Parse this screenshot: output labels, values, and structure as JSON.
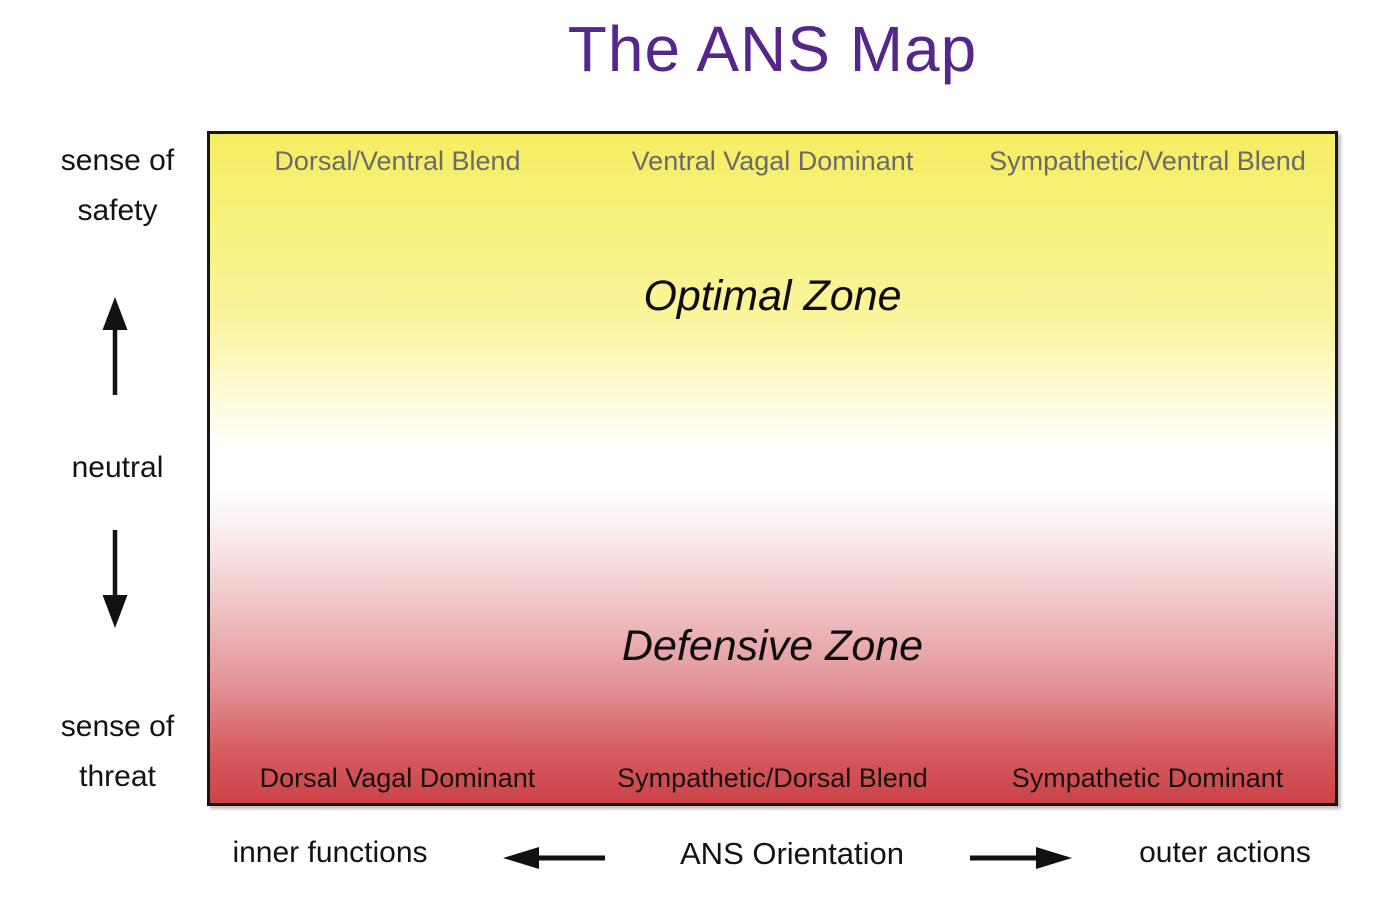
{
  "title": {
    "text": "The ANS Map",
    "color": "#55278D"
  },
  "map": {
    "top_labels": [
      "Dorsal/Ventral Blend",
      "Ventral Vagal Dominant",
      "Sympathetic/Ventral Blend"
    ],
    "optimal_zone_label": "Optimal Zone",
    "defensive_zone_label": "Defensive Zone",
    "bottom_labels": [
      "Dorsal Vagal Dominant",
      "Sympathetic/Dorsal Blend",
      "Sympathetic Dominant"
    ],
    "gradient": {
      "top": "#F5ED62",
      "middle": "#FFFFFF",
      "bottom": "#CC4348"
    },
    "top_label_color": "#6B6B6B"
  },
  "y_axis": {
    "safety_line1": "sense of",
    "safety_line2": "safety",
    "neutral_label": "neutral",
    "threat_line1": "sense of",
    "threat_line2": "threat"
  },
  "x_axis": {
    "left_label": "inner functions",
    "center_label": "ANS Orientation",
    "right_label": "outer actions"
  }
}
